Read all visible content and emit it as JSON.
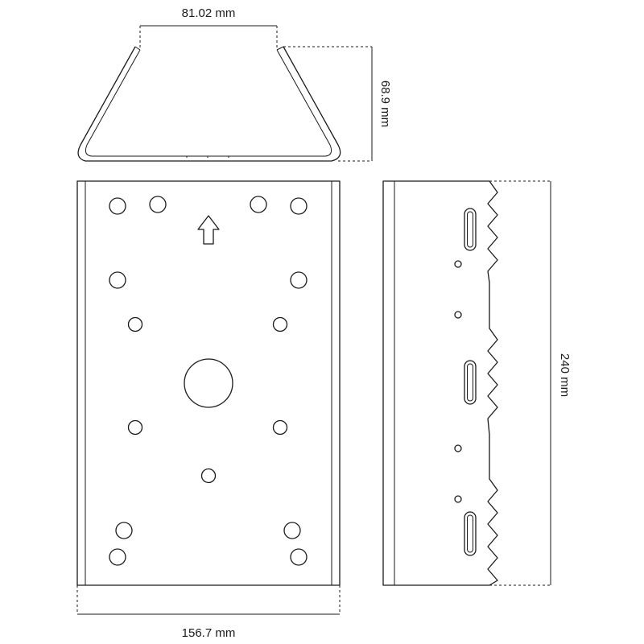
{
  "dimensions": {
    "top_width": "81.02 mm",
    "depth": "68.9 mm",
    "height": "240 mm",
    "base_width": "156.7 mm"
  },
  "colors": {
    "line": "#1a1a1a",
    "background": "#ffffff"
  },
  "icons": {
    "direction_arrow": "up-arrow-icon"
  }
}
